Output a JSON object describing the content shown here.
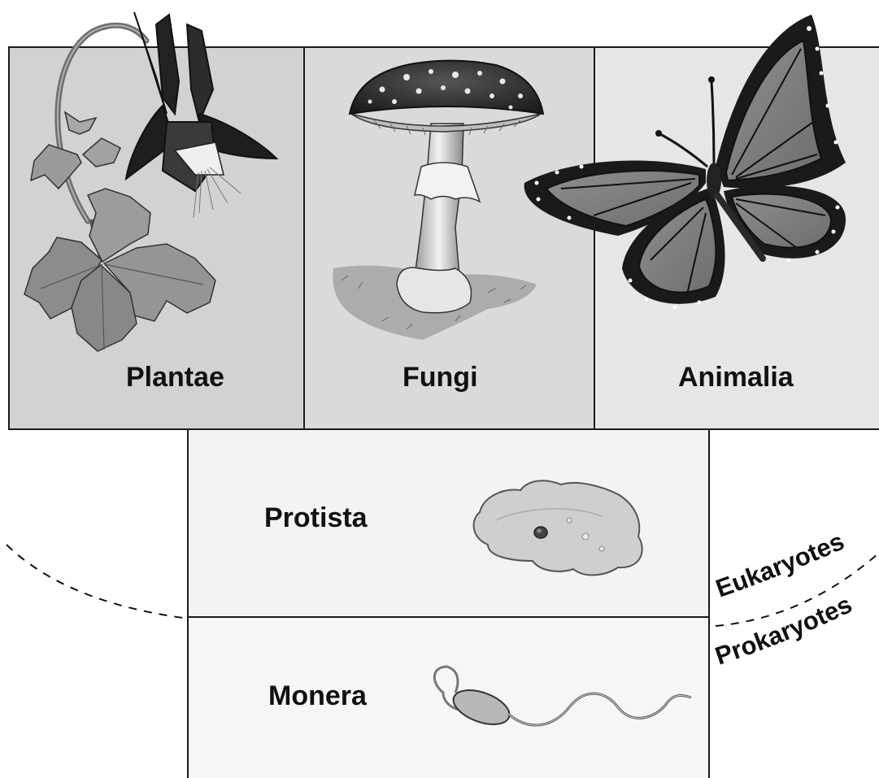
{
  "kingdoms": {
    "plantae": "Plantae",
    "fungi": "Fungi",
    "animalia": "Animalia",
    "protista": "Protista",
    "monera": "Monera"
  },
  "divisions": {
    "eukaryotes": "Eukaryotes",
    "prokaryotes": "Prokaryotes"
  },
  "colors": {
    "plantae_panel": "#d2d2d2",
    "fungi_panel": "#dadada",
    "animalia_panel": "#e6e6e6",
    "protista_panel": "#f3f3f3",
    "monera_panel": "#f6f6f6",
    "outline": "#1a1a1a"
  },
  "icons": [
    "columbine-flower-illustration",
    "mushroom-illustration",
    "monarch-butterfly-illustration",
    "amoeba-illustration",
    "bacterium-illustration"
  ]
}
